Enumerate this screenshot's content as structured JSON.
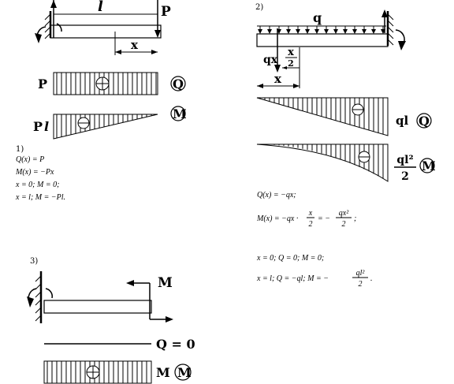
{
  "panel1": {
    "number": "1)",
    "length_label": "l",
    "force_label": "P",
    "x_label": "x",
    "q_diagram_value": "P",
    "m_diagram_value": "P",
    "m_diagram_value_l": "l",
    "q_tag": "Q",
    "m_tag": "M",
    "eq1": "Q(x) = P",
    "eq2": "M(x) = −Px",
    "eq3": "x = 0; M = 0;",
    "eq4": "x = l; M = −Pl."
  },
  "panel2": {
    "number": "2)",
    "load_label": "q",
    "qx_label": "qx",
    "frac_x": "x",
    "frac_2": "2",
    "x_label": "x",
    "q_diagram_value": "ql",
    "m_num": "ql²",
    "m_den": "2",
    "q_tag": "Q",
    "m_tag": "M",
    "eq1": "Q(x) = −qx;",
    "eq2a": "M(x) = −qx ·",
    "eq2_frac1_num": "x",
    "eq2_frac1_den": "2",
    "eq2b": "= −",
    "eq2_frac2_num": "qx²",
    "eq2_frac2_den": "2",
    "eq2c": ";",
    "eq3": "x = 0; Q = 0; M = 0;",
    "eq4a": "x = l; Q = −ql; M = −",
    "eq4_frac_num": "ql²",
    "eq4_frac_den": "2",
    "eq4b": "."
  },
  "panel3": {
    "number": "3)",
    "moment_label": "M",
    "q_label": "Q = 0",
    "m_diagram_value": "M",
    "m_tag": "M"
  },
  "colors": {
    "ink": "#000000",
    "background": "#ffffff"
  }
}
